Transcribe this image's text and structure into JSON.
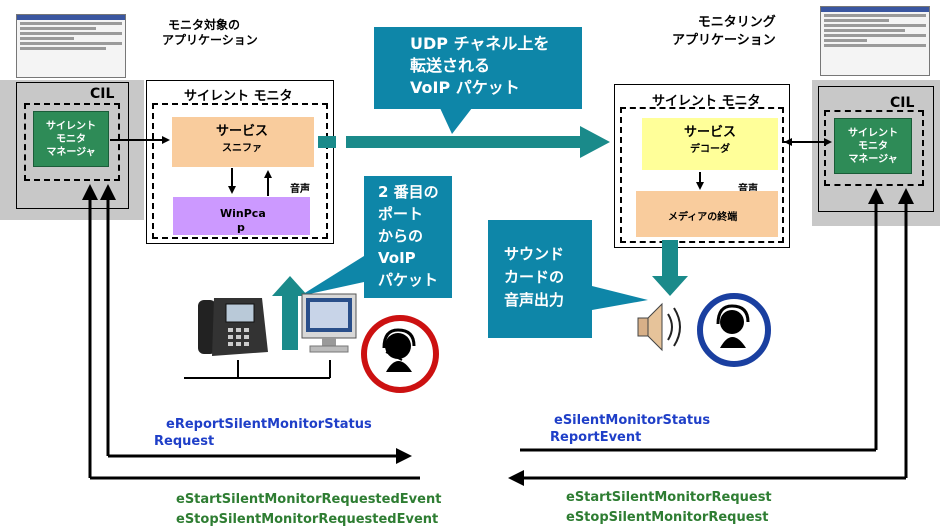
{
  "left_app": {
    "caption_line1": "モニタ対象の",
    "caption_line2": "アプリケーション",
    "cil_label": "CIL",
    "manager_line1": "サイレント",
    "manager_line2": "モニタ",
    "manager_line3": "マネージャ"
  },
  "right_app": {
    "caption_line1": "モニタリング",
    "caption_line2": "アプリケーション",
    "cil_label": "CIL",
    "manager_line1": "サイレント",
    "manager_line2": "モニタ",
    "manager_line3": "マネージャ"
  },
  "left_monitor": {
    "title": "サイレント  モニタ",
    "service_title": "サービス",
    "service_sub": "スニファ",
    "audio_label": "音声",
    "winpcap_line1": "WinPca",
    "winpcap_line2": "p"
  },
  "right_monitor": {
    "title": "サイレント  モニタ",
    "service_title": "サービス",
    "service_sub": "デコーダ",
    "audio_label": "音声",
    "media_label": "メディアの終端"
  },
  "callouts": {
    "udp": [
      "UDP チャネル上を",
      "転送される",
      "VoIP パケット"
    ],
    "second_port": [
      "2 番目の",
      "ポート",
      "からの",
      "VoIP",
      "パケット"
    ],
    "soundcard": [
      "サウンド",
      "カードの",
      "音声出力"
    ]
  },
  "events": {
    "report_request_line1": "eReportSilentMonitorStatus",
    "report_request_line2": "Request",
    "status_report_line1": "eSilentMonitorStatus",
    "status_report_line2": "ReportEvent",
    "start_requested_event": "eStartSilentMonitorRequestedEvent",
    "stop_requested_event": "eStopSilentMonitorRequestedEvent",
    "start_request": "eStartSilentMonitorRequest",
    "stop_request": "eStopSilentMonitorRequest"
  },
  "colors": {
    "teal": "#0e86a8",
    "arrow_teal": "#1a8a8a",
    "manager_green": "#2e8b57",
    "service_peach": "#f9cc9d",
    "decoder_yellow": "#ffff99",
    "winpcap_purple": "#cc99ff",
    "event_blue": "#1f3fc8",
    "event_green": "#2e7d32",
    "panel_grey": "#c8c8c8"
  },
  "icons": [
    "ip-phone-icon",
    "computer-monitor-icon",
    "agent-headset-icon",
    "speaker-icon",
    "supervisor-headset-icon"
  ]
}
